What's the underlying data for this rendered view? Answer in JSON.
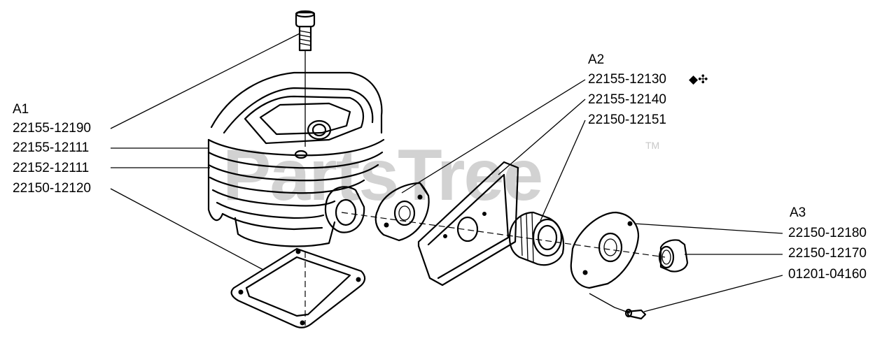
{
  "watermark": {
    "text": "PartsTree",
    "trademark": "TM"
  },
  "groups": [
    {
      "id": "A1",
      "label": "A1",
      "parts": [
        "22155-12190",
        "22155-12111",
        "22152-12111",
        "22150-12120"
      ]
    },
    {
      "id": "A2",
      "label": "A2",
      "parts": [
        "22155-12130",
        "22155-12140",
        "22150-12151"
      ],
      "symbols": "◆✣"
    },
    {
      "id": "A3",
      "label": "A3",
      "parts": [
        "22150-12180",
        "22150-12170",
        "01201-04160"
      ]
    }
  ],
  "colors": {
    "line": "#000000",
    "background": "#ffffff",
    "watermark": "#d2d2d2"
  }
}
